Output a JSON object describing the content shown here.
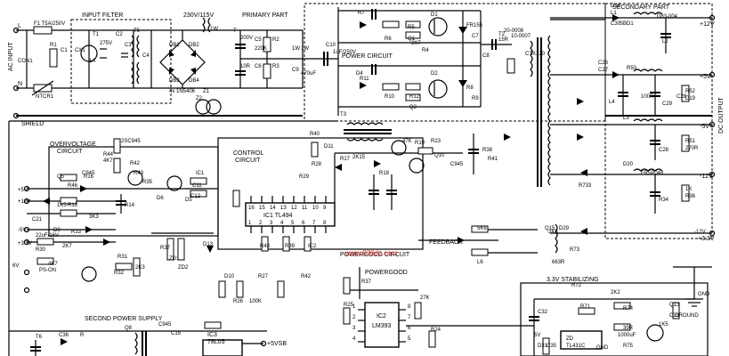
{
  "sections": {
    "input_filter": "INPUT FILTER",
    "primary_part": "PRIMARY PART",
    "secondary_part": "SECONDARY PART",
    "power_circuit": "POWER CIRCUIT",
    "overvoltage_circuit_line1": "OVERVOLTAGE",
    "overvoltage_circuit_line2": "CIRCUIT",
    "control_circuit_line1": "CONTROL",
    "control_circuit_line2": "CIRCUIT",
    "powergood_circuit": "POWERGOOD CIRCUIT",
    "powergood": "POWERGOOD",
    "second_power_supply": "SECOND POWER SUPPLY",
    "stabilizing": "3.3V STABILIZING",
    "ac_input": "AC INPUT",
    "dc_output": "DC OUTPUT",
    "shield": "SHIELD",
    "feedback": "FEEDBACK",
    "ground_label": "GROUND",
    "gnd_label": "GND",
    "watermark": "www.838dz.com"
  },
  "inputs": {
    "L": "L",
    "N": "N",
    "con1": "CON1",
    "fuse": "F1 T5A/250V",
    "ntc": "NTCR1",
    "voltage_select": "230V/115V"
  },
  "outputs": {
    "p12": "+12V",
    "p5": "+5V",
    "n5": "-5V",
    "n12": "-12V",
    "p33": "+3.3V",
    "p5vsb": "+5VSB"
  },
  "ics": {
    "ic1": "IC1 TL494",
    "ic2": "IC2",
    "ic2_part": "LM393",
    "ic3": "IC3",
    "ic3_part": "78L05",
    "zd": "ZD",
    "zd_part": "TL431C"
  },
  "pins": {
    "ic1": [
      "16",
      "15",
      "14",
      "13",
      "12",
      "11",
      "10",
      "9",
      "1",
      "2",
      "3",
      "4",
      "5",
      "6",
      "7",
      "8"
    ],
    "ic2": [
      "1",
      "2",
      "3",
      "4",
      "8",
      "7",
      "6",
      "5"
    ]
  },
  "labels": [
    "C1",
    "CX1",
    "R1",
    "T1",
    "C2",
    "C3",
    "T5",
    "C4",
    "T",
    "C5",
    "C6",
    "R2",
    "R3",
    "DB1",
    "DB2",
    "DB3",
    "DB4",
    "4x 1N5406",
    "Z2",
    "Z1",
    "1W",
    "1W",
    "C9",
    "R7",
    "R6",
    "R5",
    "Q1",
    "D1",
    "FR155",
    "C7",
    "1uF/250V",
    "C10",
    "D4",
    "R11",
    "R10",
    "R12",
    "Q2",
    "D2",
    "R8",
    "R9",
    "2K7",
    "R4",
    "C8",
    "T2",
    "20-0008",
    "10-0007",
    "T3",
    "R40",
    "15R",
    "CTX120",
    "D18",
    "L1",
    "C30",
    "SBD1",
    "D83-004",
    "L2",
    "C26",
    "C27",
    "R50",
    "100R",
    "C28",
    "C29",
    "R52",
    "D19",
    "L4",
    "L3",
    "C28",
    "R51",
    "270R",
    "D20",
    "FR5P048",
    "R34",
    "1K",
    "R36",
    "R733",
    "3K3",
    "Q15",
    "2SC945",
    "R44",
    "4K7",
    "R42",
    "R43",
    "R35",
    "IC1",
    "C11",
    "C12",
    "D5",
    "D6",
    "R14",
    "3K3",
    "R16",
    "Q5",
    "C945",
    "R46",
    "1K5",
    "R13",
    "C21",
    "22uF/16V",
    "R30",
    "4K7",
    "D9",
    "R33",
    "2K7",
    "R31",
    "2K3",
    "R32",
    "R37",
    "ZD1",
    "ZD2",
    "D13",
    "D10",
    "R26",
    "100K",
    "R27",
    "R29",
    "R28",
    "D11",
    "R17",
    "2K15",
    "R18",
    "47K",
    "R19",
    "R23",
    "Q10",
    "C945",
    "R38",
    "R41",
    "R43",
    "R39",
    "IC2",
    "R42",
    "R37",
    "R25",
    "27K",
    "R24",
    "5K6",
    "L6",
    "D29",
    "R73",
    "663R",
    "R72",
    "R71",
    "2K2",
    "R74",
    "39R",
    "Q13",
    "C33",
    "1000uF",
    "R75",
    "1K5",
    "C32",
    "D31",
    "C35",
    "T6",
    "C36",
    "R",
    "Q8",
    "C945",
    "C15"
  ],
  "values_small": [
    "1A",
    "275V",
    "220K",
    "1W",
    "470uF",
    "200V",
    "10R",
    "PS-ON",
    "6V",
    "+5V",
    "+12V",
    "-5V",
    "+3.3V",
    "-12V",
    "5V",
    "GND"
  ]
}
